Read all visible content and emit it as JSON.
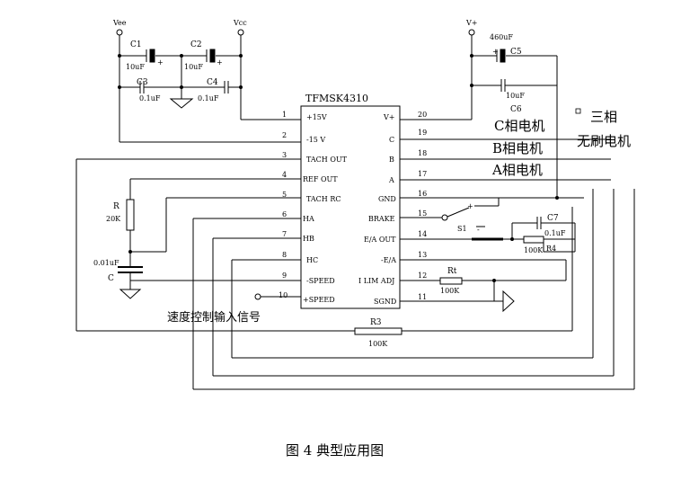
{
  "chip": {
    "name": "TFMSK4310",
    "left_pins": [
      {
        "num": "1",
        "label": "+15V"
      },
      {
        "num": "2",
        "label": "-15 V"
      },
      {
        "num": "3",
        "label": "TACH OUT"
      },
      {
        "num": "4",
        "label": "REF OUT"
      },
      {
        "num": "5",
        "label": "TACH RC"
      },
      {
        "num": "6",
        "label": "HA"
      },
      {
        "num": "7",
        "label": "HB"
      },
      {
        "num": "8",
        "label": "HC"
      },
      {
        "num": "9",
        "label": "-SPEED"
      },
      {
        "num": "10",
        "label": "+SPEED"
      }
    ],
    "right_pins": [
      {
        "num": "20",
        "label": "V+"
      },
      {
        "num": "19",
        "label": "C"
      },
      {
        "num": "18",
        "label": "B"
      },
      {
        "num": "17",
        "label": "A"
      },
      {
        "num": "16",
        "label": "GND"
      },
      {
        "num": "15",
        "label": "BRAKE"
      },
      {
        "num": "14",
        "label": "E/A OUT"
      },
      {
        "num": "13",
        "label": "-E/A"
      },
      {
        "num": "12",
        "label": "I LIM ADJ"
      },
      {
        "num": "11",
        "label": "SGND"
      }
    ]
  },
  "supply": {
    "vee": "Vee",
    "vcc": "Vcc",
    "vplus": "V+"
  },
  "components": {
    "c1_name": "C1",
    "c1_value": "10uF",
    "c2_name": "C2",
    "c2_value": "10uF",
    "c3_name": "C3",
    "c3_value": "0.1uF",
    "c4_name": "C4",
    "c4_value": "0.1uF",
    "c5_name": "C5",
    "c5_value": "460uF",
    "c6_name": "C6",
    "c6_value": "10uF",
    "c7_name": "C7",
    "c7_value": "0.1uF",
    "r_name": "R",
    "r_value": "20K",
    "c_name": "C",
    "c_value": "0.01uF",
    "rt_name": "Rt",
    "rt_value": "100K",
    "r3_name": "R3",
    "r3_value": "100K",
    "r4_name": "R4",
    "r4_value": "100K",
    "s1_name": "S1",
    "plus": "+",
    "minus": "-"
  },
  "motor": {
    "phase_c": "C相电机",
    "phase_b": "B相电机",
    "phase_a": "A相电机",
    "title_line1": "三相",
    "title_line2": "无刷电机"
  },
  "speed_input_label": "速度控制输入信号",
  "caption": "图 4   典型应用图"
}
